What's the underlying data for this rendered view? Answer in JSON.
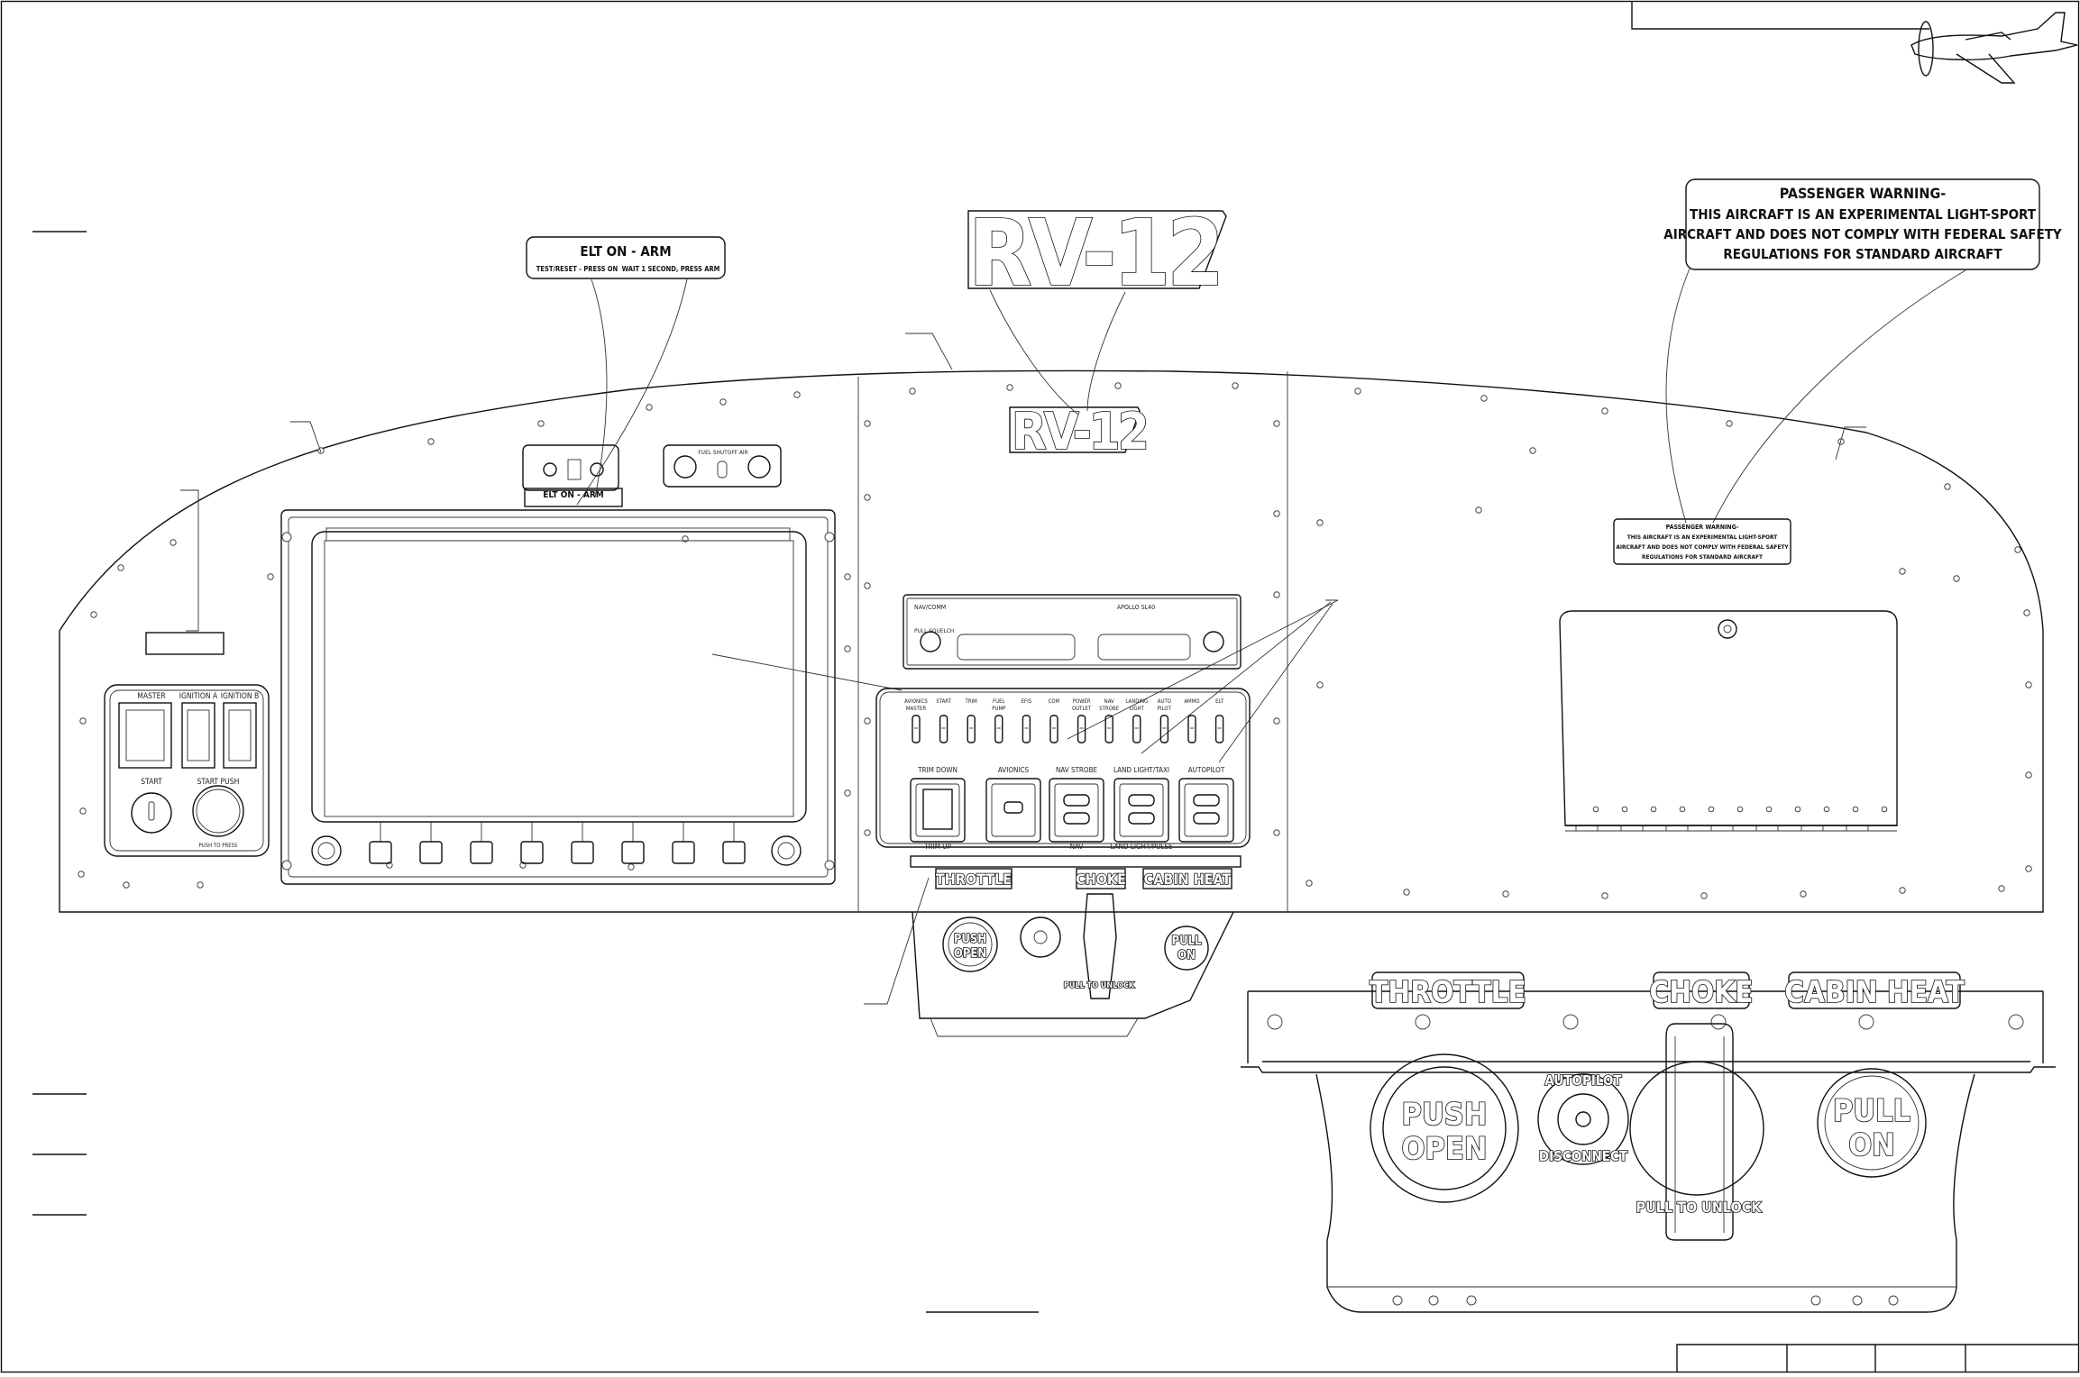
{
  "drawing": {
    "elt_label": {
      "title": "ELT ON - ARM",
      "line1": "TEST/RESET - PRESS ON",
      "line2": "WAIT 1 SECOND, PRESS ARM"
    },
    "rv12_logo": "RV-12",
    "passenger_warning": {
      "title": "PASSENGER WARNING-",
      "line1": "THIS AIRCRAFT IS AN EXPERIMENTAL LIGHT-SPORT",
      "line2": "AIRCRAFT AND DOES NOT COMPLY WITH FEDERAL SAFETY",
      "line3": "REGULATIONS FOR STANDARD AIRCRAFT"
    },
    "left_switch_panel": {
      "master": "MASTER",
      "ignition_a": "IGNITION A",
      "ignition_b": "IGNITION B",
      "start": "START",
      "start_push": "START PUSH",
      "push_note": "PUSH TO PRESS"
    },
    "breaker_labels": [
      "AVIONICS MASTER",
      "START",
      "TRIM",
      "FUEL PUMP",
      "EFIS",
      "COM",
      "POWER OUTLET",
      "NAV STROBE",
      "LANDING LIGHT",
      "AUTO PILOT",
      "AMMO",
      "ELT"
    ],
    "rocker_switches": [
      {
        "top": "TRIM DOWN",
        "bottom": "TRIM UP"
      },
      {
        "top": "AVIONICS",
        "bottom": ""
      },
      {
        "top": "NAV STROBE",
        "bottom": "NAV"
      },
      {
        "top": "LAND LIGHT/TAXI",
        "bottom": "LAND LIGHT/PULSE"
      },
      {
        "top": "AUTOPILOT",
        "bottom": ""
      }
    ],
    "radio": {
      "left": "NAV/COMM",
      "right": "APOLLO SL40",
      "knob_label": "PULL SQUELCH"
    },
    "elt_panel_label": "ELT ON - ARM",
    "fuel_valve_label": "FUEL SHUTOFF AIR",
    "lower_labels": {
      "throttle": "THROTTLE",
      "choke": "CHOKE",
      "cabin_heat": "CABIN HEAT"
    },
    "knobs": {
      "push_open_1": "PUSH",
      "push_open_2": "OPEN",
      "pull_on_1": "PULL",
      "pull_on_2": "ON",
      "autopilot": "AUTOPILOT",
      "disconnect": "DISCONNECT",
      "pull_to_unlock": "PULL TO UNLOCK"
    }
  }
}
